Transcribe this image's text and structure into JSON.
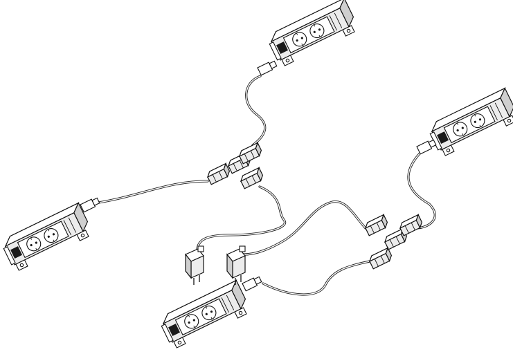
{
  "figure": {
    "type": "technical-line-drawing",
    "subject": "power-strip-daisy-chain",
    "colors": {
      "line": "#111111",
      "background": "#ffffff",
      "shade": "#cfcfcf"
    }
  },
  "power_strips": [
    {
      "id": "strip-top",
      "sockets": 2
    },
    {
      "id": "strip-right",
      "sockets": 2
    },
    {
      "id": "strip-left",
      "sockets": 2
    },
    {
      "id": "strip-bottom",
      "sockets": 2
    }
  ],
  "connectors": [
    {
      "id": "splitter-left"
    },
    {
      "id": "splitter-right"
    }
  ],
  "mains_plugs": [
    {
      "id": "plug-a"
    },
    {
      "id": "plug-b"
    }
  ]
}
